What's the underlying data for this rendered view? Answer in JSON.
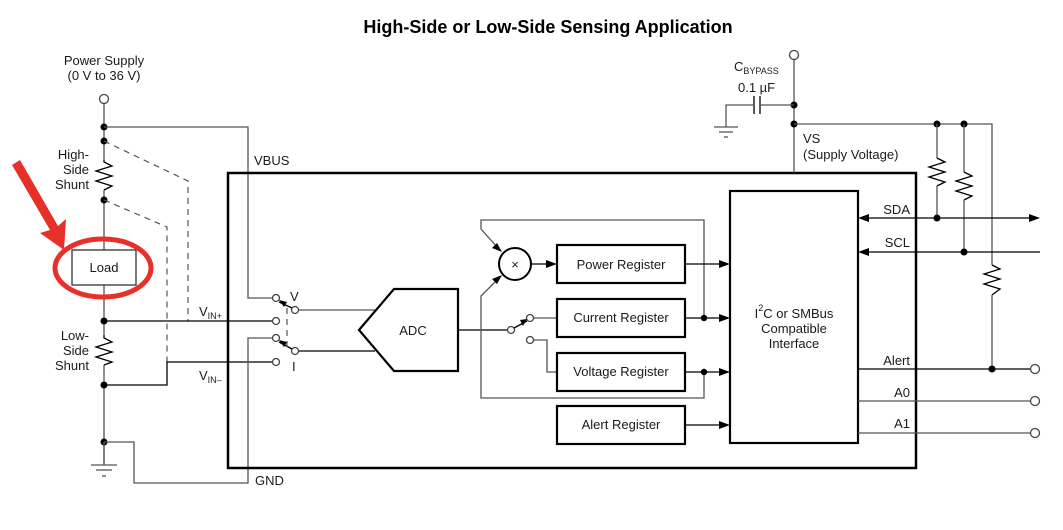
{
  "title": "High-Side or Low-Side Sensing Application",
  "power_supply": {
    "label": "Power Supply",
    "range": "(0 V to 36 V)"
  },
  "shunts": {
    "high_side": [
      "High-",
      "Side",
      "Shunt"
    ],
    "low_side": [
      "Low-",
      "Side",
      "Shunt"
    ]
  },
  "load": {
    "label": "Load"
  },
  "pins": {
    "vbus": "VBUS",
    "gnd": "GND",
    "vin_plus": {
      "main": "V",
      "sub": "IN+"
    },
    "vin_minus": {
      "main": "V",
      "sub": "IN–"
    },
    "vs": "VS",
    "vs_desc": "(Supply Voltage)",
    "sda": "SDA",
    "scl": "SCL",
    "alert": "Alert",
    "a0": "A0",
    "a1": "A1"
  },
  "mux_labels": {
    "v": "V",
    "i": "I"
  },
  "capacitor": {
    "name_main": "C",
    "name_sub": "BYPASS",
    "value": "0.1 µF"
  },
  "blocks": {
    "adc": "ADC",
    "multiplier": "×",
    "power_register": "Power Register",
    "current_register": "Current Register",
    "voltage_register": "Voltage Register",
    "alert_register": "Alert Register",
    "interface": {
      "sup": "2",
      "line1_pre": "I",
      "line1_post": "C or SMBus",
      "line2": "Compatible",
      "line3": "Interface"
    }
  },
  "annotation": {
    "color": "#e8302a",
    "target": "Load"
  }
}
